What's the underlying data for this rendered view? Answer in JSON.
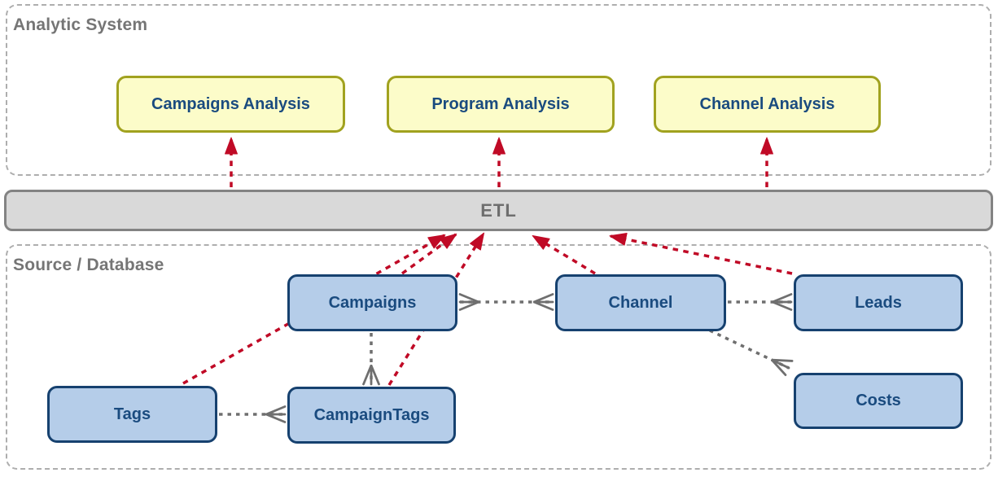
{
  "containers": {
    "analytic": {
      "label": "Analytic System"
    },
    "source": {
      "label": "Source / Database"
    }
  },
  "etl": {
    "label": "ETL"
  },
  "analysis_nodes": [
    {
      "id": "campaigns-analysis",
      "label": "Campaigns Analysis"
    },
    {
      "id": "program-analysis",
      "label": "Program Analysis"
    },
    {
      "id": "channel-analysis",
      "label": "Channel Analysis"
    }
  ],
  "source_nodes": [
    {
      "id": "campaigns",
      "label": "Campaigns"
    },
    {
      "id": "channel",
      "label": "Channel"
    },
    {
      "id": "leads",
      "label": "Leads"
    },
    {
      "id": "tags",
      "label": "Tags"
    },
    {
      "id": "campaign-tags",
      "label": "CampaignTags"
    },
    {
      "id": "costs",
      "label": "Costs"
    }
  ],
  "edges": [
    {
      "from": "ETL",
      "to": "Campaigns Analysis",
      "type": "etl-feed-red-dashed-arrow"
    },
    {
      "from": "ETL",
      "to": "Program Analysis",
      "type": "etl-feed-red-dashed-arrow"
    },
    {
      "from": "ETL",
      "to": "Channel Analysis",
      "type": "etl-feed-red-dashed-arrow"
    },
    {
      "from": "Tags",
      "to": "ETL",
      "type": "etl-feed-red-dashed-arrow"
    },
    {
      "from": "Campaigns",
      "to": "ETL",
      "type": "etl-feed-red-dashed-arrow"
    },
    {
      "from": "CampaignTags",
      "to": "ETL",
      "type": "etl-feed-red-dashed-arrow"
    },
    {
      "from": "Channel",
      "to": "ETL",
      "type": "etl-feed-red-dashed-arrow"
    },
    {
      "from": "Leads",
      "to": "ETL",
      "type": "etl-feed-red-dashed-arrow"
    },
    {
      "from": "Tags",
      "to": "CampaignTags",
      "type": "relation-gray-dashed-crowfoot"
    },
    {
      "from": "Campaigns",
      "to": "CampaignTags",
      "type": "relation-gray-dashed-crowfoot"
    },
    {
      "from": "Campaigns",
      "to": "Channel",
      "type": "relation-gray-dashed-crowfoot-both-ends"
    },
    {
      "from": "Channel",
      "to": "Leads",
      "type": "relation-gray-dashed-crowfoot"
    },
    {
      "from": "Channel",
      "to": "Costs",
      "type": "relation-gray-dashed-crowfoot"
    }
  ],
  "colors": {
    "red_arrow": "#C00A26",
    "gray_line": "#6F6F6F",
    "navy_text": "#1A4B7F",
    "blue_node_border": "#16416F",
    "blue_node_fill": "#B5CDE9",
    "olive_node_border": "#A1A21F",
    "yellow_node_fill": "#FCFCC9",
    "etl_fill": "#D9D9D9",
    "etl_border": "#838383",
    "etl_text": "#6E6E6E",
    "container_border": "#AEAEAE",
    "container_label": "#757575"
  }
}
